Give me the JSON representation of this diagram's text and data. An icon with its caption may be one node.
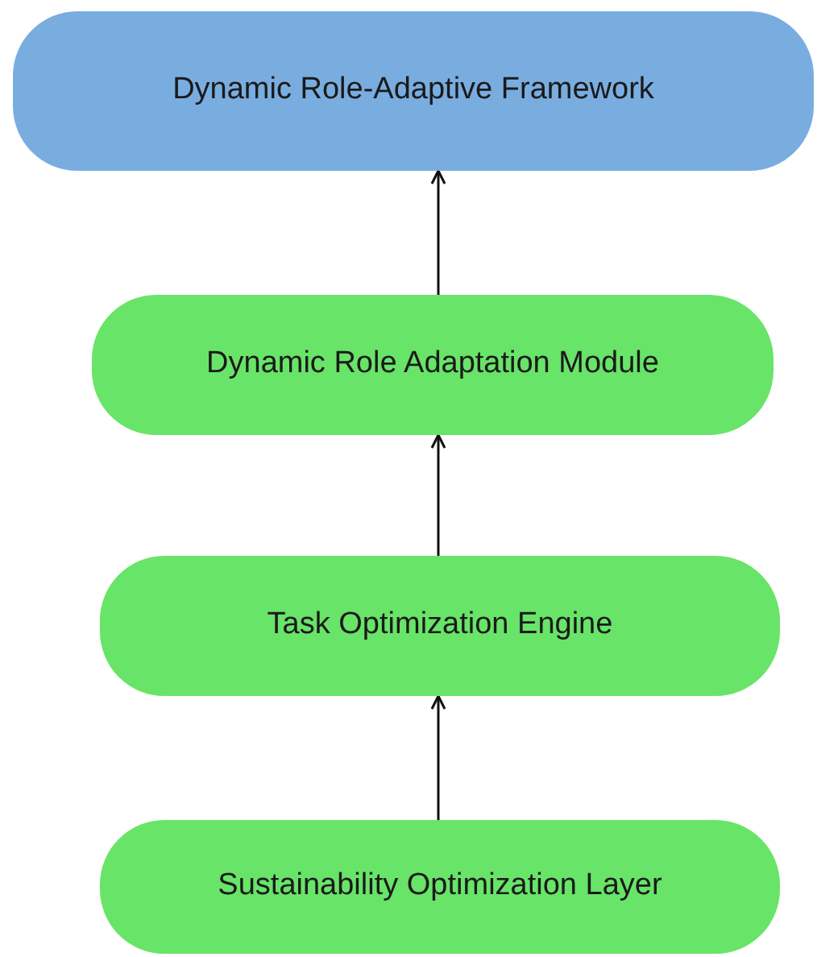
{
  "diagram": {
    "nodes": [
      {
        "text": [
          "Dynamic Role-Adaptive Framework"
        ]
      },
      {
        "text": [
          "Dynamic Role Adaptation Module"
        ]
      },
      {
        "text": [
          "Task Optimization Engine"
        ]
      },
      {
        "text": [
          "Sustainability Optimization Layer"
        ]
      }
    ],
    "edges": [
      {
        "from": 1,
        "to": 0,
        "arrow": "to"
      },
      {
        "from": 2,
        "to": 1,
        "arrow": "to"
      },
      {
        "from": 3,
        "to": 2,
        "arrow": "to"
      }
    ]
  }
}
